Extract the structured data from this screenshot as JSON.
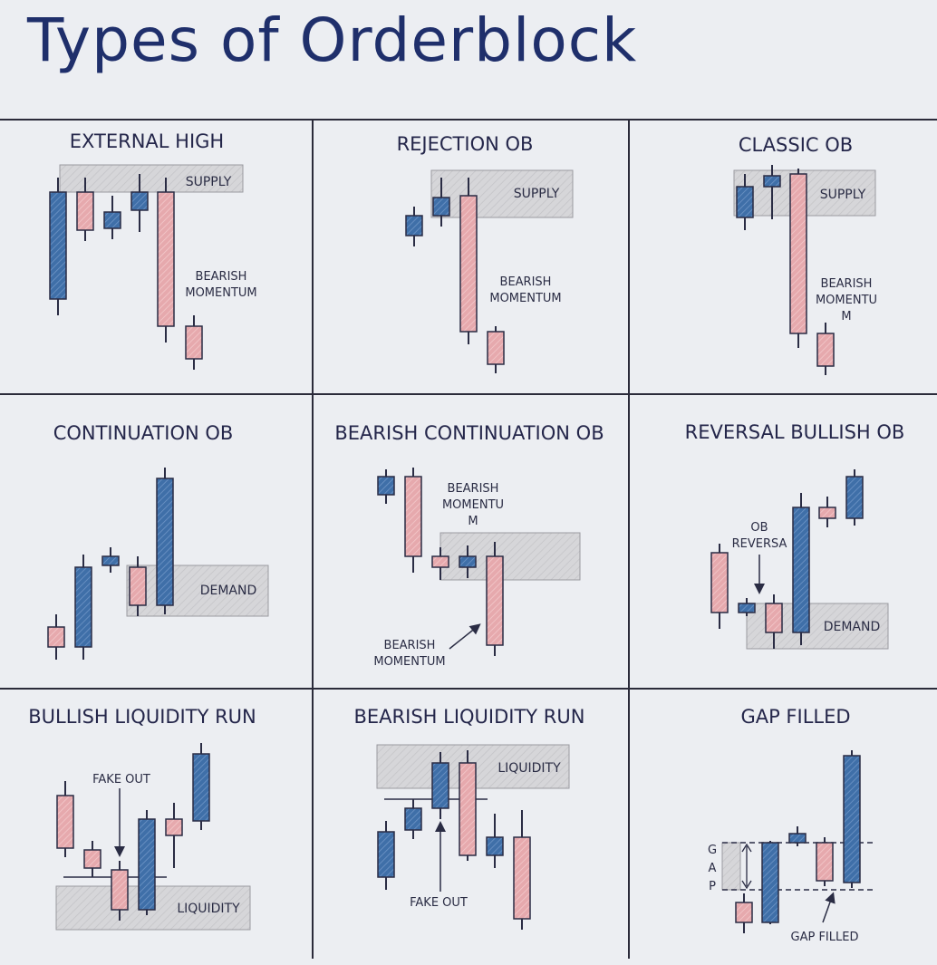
{
  "title": "Types of Orderblock",
  "colors": {
    "background": "#eceef2",
    "grid_line": "#2b2b3a",
    "bullish": "#3f6fa8",
    "bearish": "#e6a9ad",
    "zone": "#d3d3d6",
    "ink": "#24264a"
  },
  "panels": [
    {
      "id": "external-high",
      "title": "EXTERNAL HIGH",
      "zone": "SUPPLY",
      "notes": [
        "BEARISH",
        "MOMENTUM"
      ]
    },
    {
      "id": "rejection-ob",
      "title": "REJECTION OB",
      "zone": "SUPPLY",
      "notes": [
        "BEARISH",
        "MOMENTUM"
      ]
    },
    {
      "id": "classic-ob",
      "title": "CLASSIC OB",
      "zone": "SUPPLY",
      "notes": [
        "BEARISH",
        "MOMENTU",
        "M"
      ]
    },
    {
      "id": "continuation-ob",
      "title": "CONTINUATION OB",
      "zone": "DEMAND",
      "notes": []
    },
    {
      "id": "bearish-continuation-ob",
      "title": "BEARISH CONTINUATION OB",
      "zone": "",
      "notes": [
        "BEARISH",
        "MOMENTU",
        "M",
        "BEARISH",
        "MOMENTUM"
      ]
    },
    {
      "id": "reversal-bullish-ob",
      "title": "REVERSAL BULLISH OB",
      "zone": "DEMAND",
      "notes": [
        "OB",
        "REVERSA"
      ]
    },
    {
      "id": "bullish-liquidity-run",
      "title": "BULLISH LIQUIDITY RUN",
      "zone": "LIQUIDITY",
      "notes": [
        "FAKE OUT"
      ]
    },
    {
      "id": "bearish-liquidity-run",
      "title": "BEARISH LIQUIDITY RUN",
      "zone": "LIQUIDITY",
      "notes": [
        "FAKE OUT"
      ]
    },
    {
      "id": "gap-filled",
      "title": "GAP FILLED",
      "zone": "",
      "notes": [
        "G",
        "A",
        "P",
        "GAP FILLED"
      ]
    }
  ]
}
